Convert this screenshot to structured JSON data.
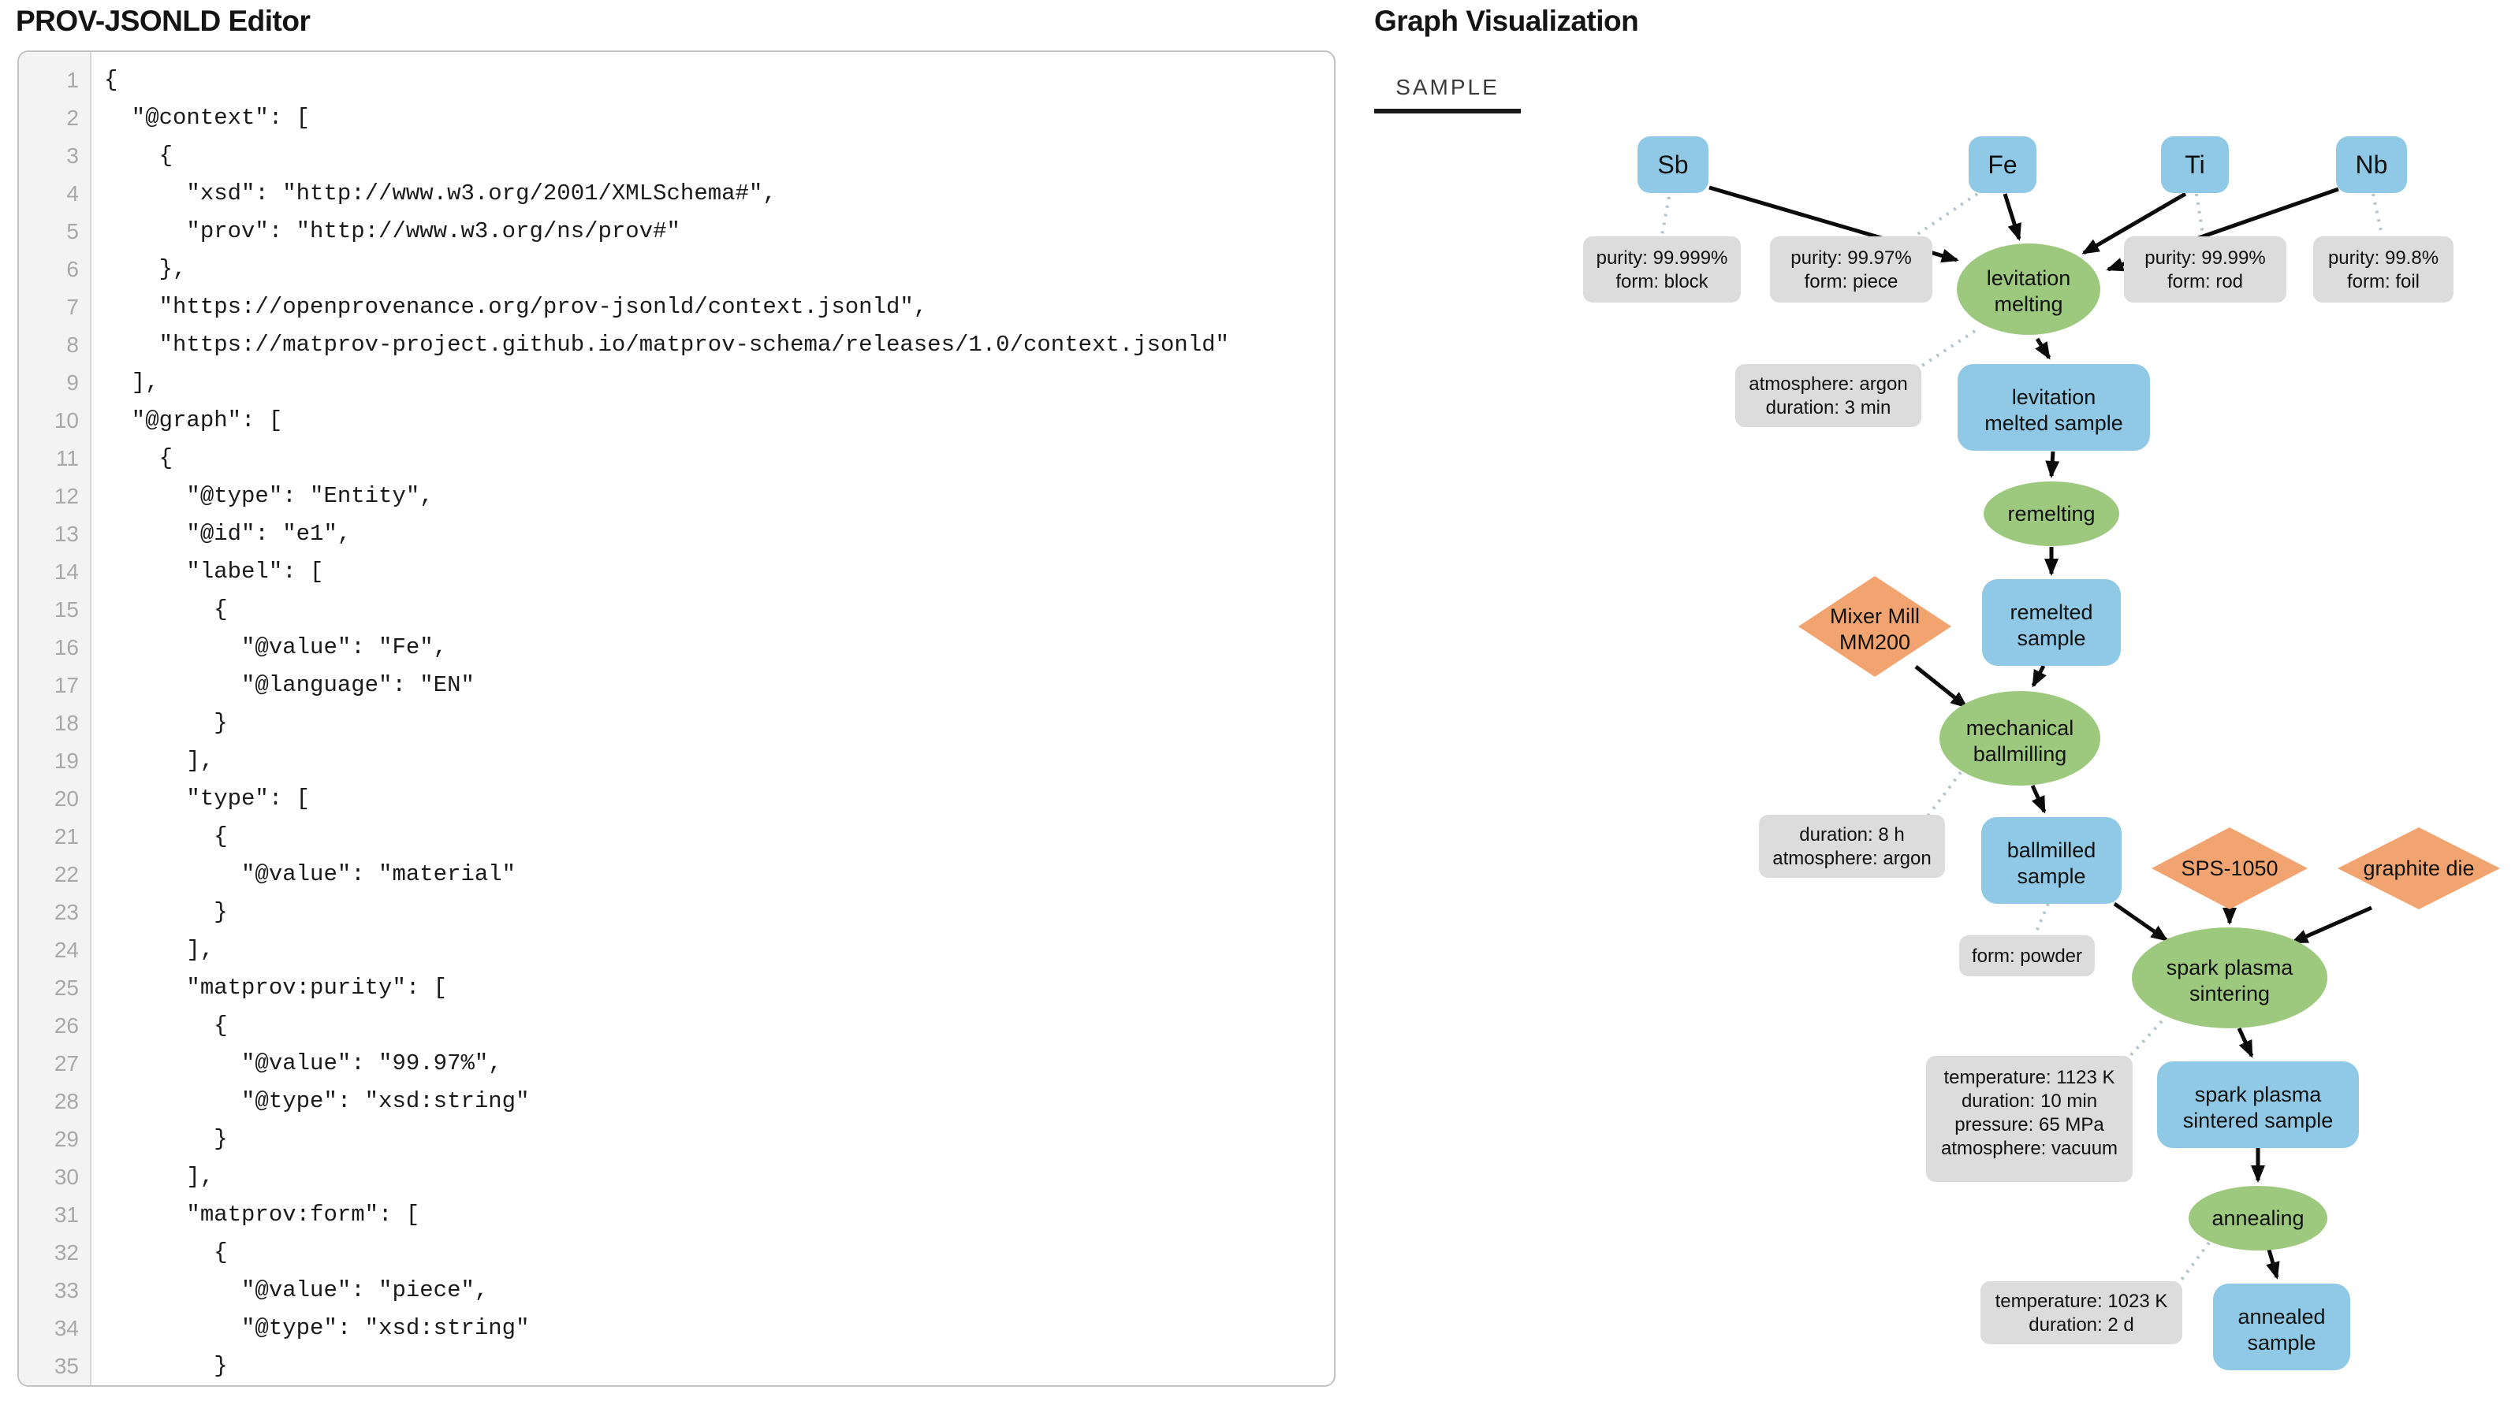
{
  "editor": {
    "title": "PROV-JSONLD Editor",
    "lines": [
      {
        "n": "1",
        "text": "{"
      },
      {
        "n": "2",
        "text": "  \"@context\": ["
      },
      {
        "n": "3",
        "text": "    {"
      },
      {
        "n": "4",
        "text": "      \"xsd\": \"http://www.w3.org/2001/XMLSchema#\","
      },
      {
        "n": "5",
        "text": "      \"prov\": \"http://www.w3.org/ns/prov#\""
      },
      {
        "n": "6",
        "text": "    },"
      },
      {
        "n": "7",
        "text": "    \"https://openprovenance.org/prov-jsonld/context.jsonld\","
      },
      {
        "n": "8",
        "text": "    \"https://matprov-project.github.io/matprov-schema/releases/1.0/context.jsonld\""
      },
      {
        "n": "9",
        "text": "  ],"
      },
      {
        "n": "10",
        "text": "  \"@graph\": ["
      },
      {
        "n": "11",
        "text": "    {"
      },
      {
        "n": "12",
        "text": "      \"@type\": \"Entity\","
      },
      {
        "n": "13",
        "text": "      \"@id\": \"e1\","
      },
      {
        "n": "14",
        "text": "      \"label\": ["
      },
      {
        "n": "15",
        "text": "        {"
      },
      {
        "n": "16",
        "text": "          \"@value\": \"Fe\","
      },
      {
        "n": "17",
        "text": "          \"@language\": \"EN\""
      },
      {
        "n": "18",
        "text": "        }"
      },
      {
        "n": "19",
        "text": "      ],"
      },
      {
        "n": "20",
        "text": "      \"type\": ["
      },
      {
        "n": "21",
        "text": "        {"
      },
      {
        "n": "22",
        "text": "          \"@value\": \"material\""
      },
      {
        "n": "23",
        "text": "        }"
      },
      {
        "n": "24",
        "text": "      ],"
      },
      {
        "n": "25",
        "text": "      \"matprov:purity\": ["
      },
      {
        "n": "26",
        "text": "        {"
      },
      {
        "n": "27",
        "text": "          \"@value\": \"99.97%\","
      },
      {
        "n": "28",
        "text": "          \"@type\": \"xsd:string\""
      },
      {
        "n": "29",
        "text": "        }"
      },
      {
        "n": "30",
        "text": "      ],"
      },
      {
        "n": "31",
        "text": "      \"matprov:form\": ["
      },
      {
        "n": "32",
        "text": "        {"
      },
      {
        "n": "33",
        "text": "          \"@value\": \"piece\","
      },
      {
        "n": "34",
        "text": "          \"@type\": \"xsd:string\""
      },
      {
        "n": "35",
        "text": "        }"
      }
    ]
  },
  "graph": {
    "title": "Graph Visualization",
    "tab": "SAMPLE",
    "colors": {
      "entity": "#8fc9e6",
      "activity": "#9cc97d",
      "agent": "#f1a46f",
      "attribute_label": "#dcdcdc",
      "solid_edge": "#0b0b0b",
      "dotted_edge": "#b3c4cb"
    },
    "nodes": {
      "sb": {
        "label": "Sb"
      },
      "fe": {
        "label": "Fe"
      },
      "ti": {
        "label": "Ti"
      },
      "nb": {
        "label": "Nb"
      },
      "attr_sb": {
        "lines": [
          "purity: 99.999%",
          "form: block"
        ]
      },
      "attr_fe": {
        "lines": [
          "purity: 99.97%",
          "form: piece"
        ]
      },
      "attr_ti": {
        "lines": [
          "purity: 99.99%",
          "form: rod"
        ]
      },
      "attr_nb": {
        "lines": [
          "purity: 99.8%",
          "form: foil"
        ]
      },
      "levitation_melting": {
        "lines": [
          "levitation",
          "melting"
        ]
      },
      "attr_lm": {
        "lines": [
          "atmosphere: argon",
          "duration: 3 min"
        ]
      },
      "levitation_melted_sample": {
        "lines": [
          "levitation",
          "melted sample"
        ]
      },
      "remelting": {
        "label": "remelting"
      },
      "remelted_sample": {
        "lines": [
          "remelted",
          "sample"
        ]
      },
      "mixer_mill": {
        "lines": [
          "Mixer Mill",
          "MM200"
        ]
      },
      "mechanical_ballmilling": {
        "lines": [
          "mechanical",
          "ballmilling"
        ]
      },
      "attr_mb": {
        "lines": [
          "duration: 8 h",
          "atmosphere: argon"
        ]
      },
      "ballmilled_sample": {
        "lines": [
          "ballmilled",
          "sample"
        ]
      },
      "attr_bs": {
        "lines": [
          "form: powder"
        ]
      },
      "sps_1050": {
        "label": "SPS-1050"
      },
      "graphite_die": {
        "label": "graphite die"
      },
      "spark_plasma_sintering": {
        "lines": [
          "spark plasma",
          "sintering"
        ]
      },
      "attr_sps": {
        "lines": [
          "temperature: 1123 K",
          "duration: 10 min",
          "pressure: 65 MPa",
          "atmosphere: vacuum"
        ]
      },
      "spark_plasma_sintered_sample": {
        "lines": [
          "spark plasma",
          "sintered sample"
        ]
      },
      "annealing": {
        "label": "annealing"
      },
      "attr_an": {
        "lines": [
          "temperature: 1023 K",
          "duration: 2 d"
        ]
      },
      "annealed_sample": {
        "lines": [
          "annealed",
          "sample"
        ]
      }
    },
    "edges": [
      {
        "from": "Sb",
        "to": "levitation melting",
        "style": "solid"
      },
      {
        "from": "Fe",
        "to": "levitation melting",
        "style": "solid"
      },
      {
        "from": "Ti",
        "to": "levitation melting",
        "style": "solid"
      },
      {
        "from": "Nb",
        "to": "levitation melting",
        "style": "solid"
      },
      {
        "from": "levitation melting",
        "to": "levitation melted sample",
        "style": "solid"
      },
      {
        "from": "levitation melted sample",
        "to": "remelting",
        "style": "solid"
      },
      {
        "from": "remelting",
        "to": "remelted sample",
        "style": "solid"
      },
      {
        "from": "remelted sample",
        "to": "mechanical ballmilling",
        "style": "solid"
      },
      {
        "from": "Mixer Mill MM200",
        "to": "mechanical ballmilling",
        "style": "solid"
      },
      {
        "from": "mechanical ballmilling",
        "to": "ballmilled sample",
        "style": "solid"
      },
      {
        "from": "ballmilled sample",
        "to": "spark plasma sintering",
        "style": "solid"
      },
      {
        "from": "SPS-1050",
        "to": "spark plasma sintering",
        "style": "solid"
      },
      {
        "from": "graphite die",
        "to": "spark plasma sintering",
        "style": "solid"
      },
      {
        "from": "spark plasma sintering",
        "to": "spark plasma sintered sample",
        "style": "solid"
      },
      {
        "from": "spark plasma sintered sample",
        "to": "annealing",
        "style": "solid"
      },
      {
        "from": "annealing",
        "to": "annealed sample",
        "style": "solid"
      },
      {
        "from": "Sb",
        "to": "attr_sb",
        "style": "dotted"
      },
      {
        "from": "Fe",
        "to": "attr_fe",
        "style": "dotted"
      },
      {
        "from": "Ti",
        "to": "attr_ti",
        "style": "dotted"
      },
      {
        "from": "Nb",
        "to": "attr_nb",
        "style": "dotted"
      },
      {
        "from": "levitation melting",
        "to": "attr_lm",
        "style": "dotted"
      },
      {
        "from": "mechanical ballmilling",
        "to": "attr_mb",
        "style": "dotted"
      },
      {
        "from": "ballmilled sample",
        "to": "attr_bs",
        "style": "dotted"
      },
      {
        "from": "spark plasma sintering",
        "to": "attr_sps",
        "style": "dotted"
      },
      {
        "from": "annealing",
        "to": "attr_an",
        "style": "dotted"
      }
    ]
  }
}
